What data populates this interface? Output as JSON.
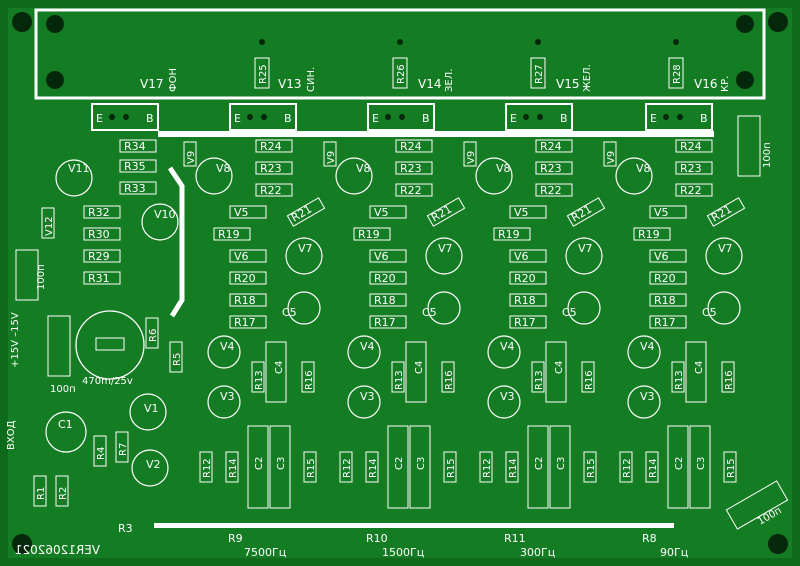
{
  "colors": {
    "board": "#0f6b1c",
    "copper": "#1e9a2e",
    "silk": "#ffffff",
    "pad": "#0a3a10"
  },
  "version_mark": "VER12062021",
  "connector_labels": [
    "V17",
    "V13",
    "V14",
    "V15",
    "V16"
  ],
  "color_labels": [
    "ФОН",
    "СИН.",
    "ЗЕЛ.",
    "ЖЕЛ.",
    "КР."
  ],
  "top_resistors": [
    "R25",
    "R26",
    "R27",
    "R28"
  ],
  "header_pins": [
    "E",
    "B"
  ],
  "channel_parts": {
    "r_top": [
      "R24",
      "R23",
      "R22"
    ],
    "r_mid": [
      "R21",
      "R19",
      "R20",
      "R18",
      "R17"
    ],
    "transistors": [
      "V8",
      "V7",
      "V4",
      "V3"
    ],
    "diodes": [
      "V9",
      "V5",
      "V6"
    ],
    "cap5": "C5",
    "cap4": "C4",
    "r13": "R13",
    "r16": "R16",
    "r12": "R12",
    "r14": "R14",
    "c2": "C2",
    "c3": "C3",
    "r15": "R15"
  },
  "left_parts": {
    "rs": [
      "R34",
      "R35",
      "R33",
      "R32",
      "R30",
      "R29",
      "R31"
    ],
    "transistors": [
      "V11",
      "V10",
      "V1",
      "V2"
    ],
    "diode": "V12",
    "cap_100n": "100п",
    "cap_big": "470m/25v",
    "r6": "R6",
    "r5": "R5",
    "c1": "C1",
    "r4": "R4",
    "r7": "R7",
    "r1": "R1",
    "r2": "R2",
    "r3": "R3",
    "power_label": "+15V –15V",
    "input_label": "ВХОД",
    "cap_100n_2": "100п"
  },
  "bottom_resistors": [
    "R9",
    "R10",
    "R11",
    "R8"
  ],
  "frequencies": [
    "7500Гц",
    "1500Гц",
    "300Гц",
    "90Гц"
  ],
  "right_caps": [
    "100п",
    "100п"
  ]
}
